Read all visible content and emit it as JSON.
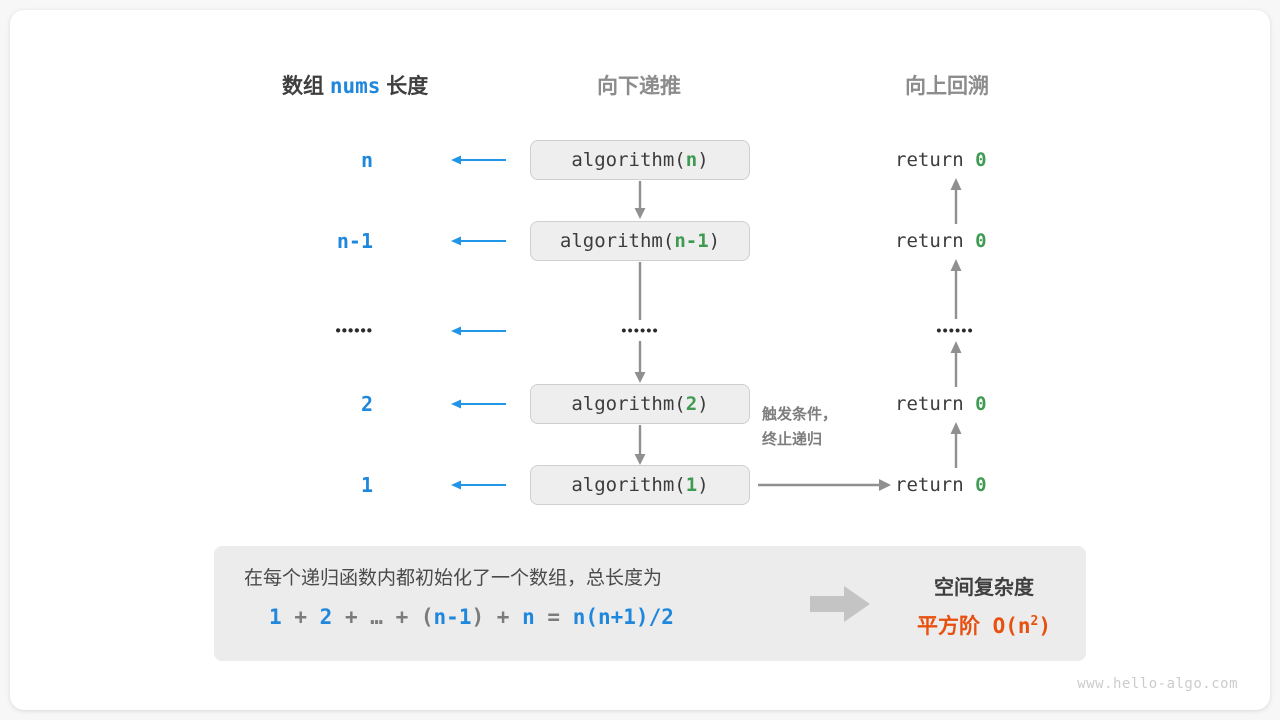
{
  "headers": {
    "left_prefix": "数组",
    "left_token": "nums",
    "left_suffix": "长度",
    "middle": "向下递推",
    "right": "向上回溯"
  },
  "rows": [
    {
      "length": "n",
      "call_name": "algorithm",
      "call_arg": "n",
      "return_text": "return",
      "return_value": "0",
      "is_dots": false
    },
    {
      "length": "n-1",
      "call_name": "algorithm",
      "call_arg": "n-1",
      "return_text": "return",
      "return_value": "0",
      "is_dots": false
    },
    {
      "length": "••••••",
      "call_name": "••••••",
      "call_arg": "",
      "return_text": "••••••",
      "return_value": "",
      "is_dots": true
    },
    {
      "length": "2",
      "call_name": "algorithm",
      "call_arg": "2",
      "return_text": "return",
      "return_value": "0",
      "is_dots": false
    },
    {
      "length": "1",
      "call_name": "algorithm",
      "call_arg": "1",
      "return_text": "return",
      "return_value": "0",
      "is_dots": false
    }
  ],
  "note": {
    "line1": "触发条件，",
    "line2": "终止递归"
  },
  "summary": {
    "text": "在每个递归函数内都初始化了一个数组，总长度为",
    "formula": {
      "t1": "1",
      "op1": "+",
      "t2": "2",
      "op2": "+",
      "ellipsis": "…",
      "op3": "+",
      "paren_open": "(",
      "t3": "n-1",
      "paren_close": ")",
      "op4": "+",
      "t4": "n",
      "eq": "=",
      "result": "n(n+1)/2"
    },
    "right_title": "空间复杂度",
    "right_value_cn": "平方阶",
    "right_value_big_o": "O(n",
    "right_value_sup": "2",
    "right_value_close": ")"
  },
  "watermark": "www.hello-algo.com",
  "colors": {
    "blue": "#1f87dc",
    "green": "#3f9b52",
    "orange": "#e8500f",
    "gray": "#8c8c8c",
    "panel": "#ececec",
    "box": "#eeeeee"
  }
}
